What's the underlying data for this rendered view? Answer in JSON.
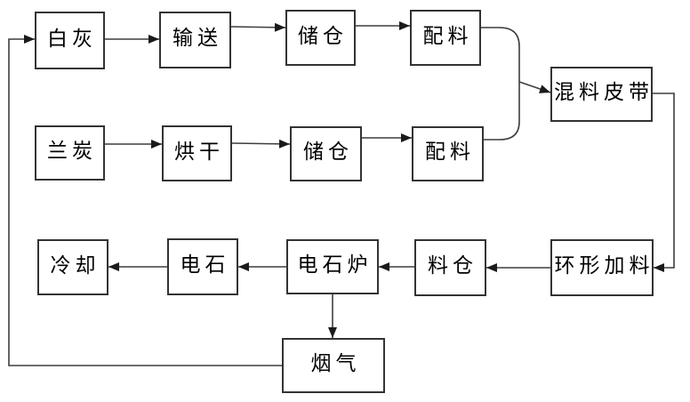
{
  "diagram": {
    "type": "process-flowchart",
    "background": "#ffffff",
    "colors": {
      "box_border": "#333333",
      "line": "#3d3d3d",
      "text": "#000000"
    },
    "nodes": {
      "lime": {
        "label": "白灰"
      },
      "convey": {
        "label": "输送"
      },
      "silo1": {
        "label": "储仓"
      },
      "batch1": {
        "label": "配料"
      },
      "semicoke": {
        "label": "兰炭"
      },
      "dry": {
        "label": "烘干"
      },
      "silo2": {
        "label": "储仓"
      },
      "batch2": {
        "label": "配料"
      },
      "mixbelt": {
        "label": "混料皮带"
      },
      "ringfeed": {
        "label": "环形加料"
      },
      "bin": {
        "label": "料仓"
      },
      "furnace": {
        "label": "电石炉"
      },
      "carbide": {
        "label": "电石"
      },
      "cooling": {
        "label": "冷却"
      },
      "fluegas": {
        "label": "烟气"
      }
    },
    "edges": [
      {
        "from": "lime",
        "to": "convey",
        "arrow": true
      },
      {
        "from": "convey",
        "to": "silo1",
        "arrow": true
      },
      {
        "from": "silo1",
        "to": "batch1",
        "arrow": true
      },
      {
        "from": "semicoke",
        "to": "dry",
        "arrow": true
      },
      {
        "from": "dry",
        "to": "silo2",
        "arrow": true
      },
      {
        "from": "silo2",
        "to": "batch2",
        "arrow": true
      },
      {
        "from": "batch1",
        "to": "mixbelt",
        "arrow": true,
        "via": "merge-junction"
      },
      {
        "from": "batch2",
        "to": "mixbelt",
        "arrow": true,
        "via": "merge-junction"
      },
      {
        "from": "mixbelt",
        "to": "ringfeed",
        "arrow": true
      },
      {
        "from": "ringfeed",
        "to": "bin",
        "arrow": true
      },
      {
        "from": "bin",
        "to": "furnace",
        "arrow": true
      },
      {
        "from": "furnace",
        "to": "carbide",
        "arrow": true
      },
      {
        "from": "carbide",
        "to": "cooling",
        "arrow": true
      },
      {
        "from": "furnace",
        "to": "fluegas",
        "arrow": true
      },
      {
        "from": "fluegas",
        "to": "lime",
        "arrow": true,
        "via": "left-return-loop"
      }
    ]
  }
}
